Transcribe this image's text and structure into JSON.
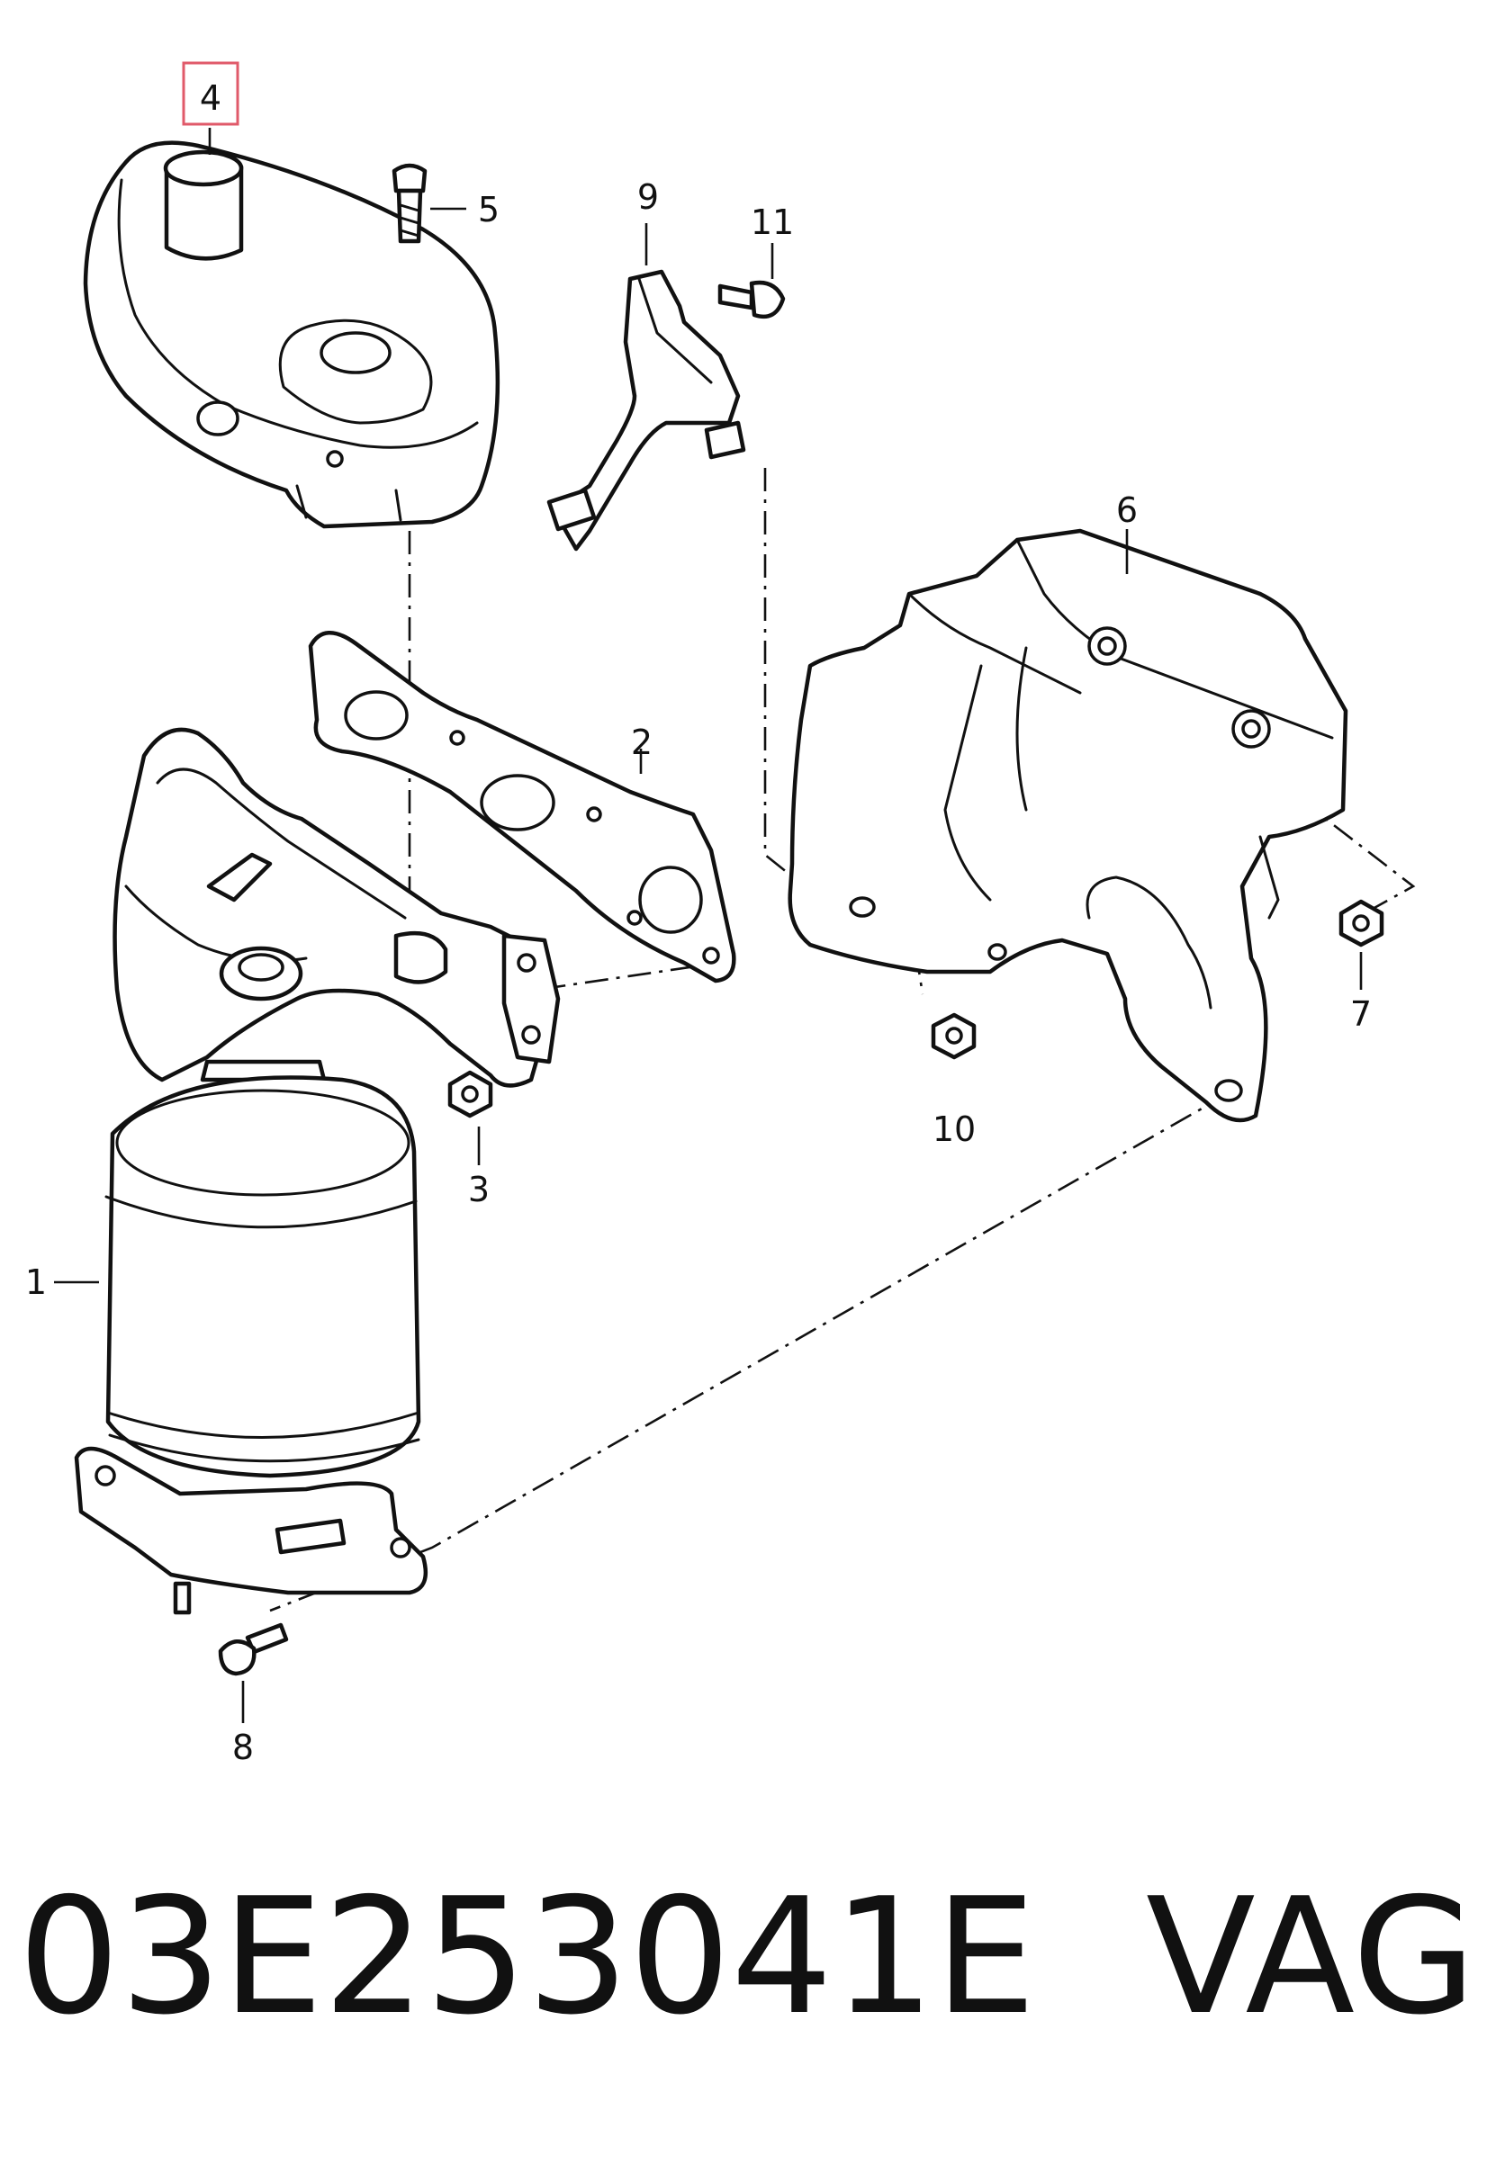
{
  "diagram": {
    "callouts": {
      "c1": "1",
      "c2": "2",
      "c3": "3",
      "c4": "4",
      "c5": "5",
      "c6": "6",
      "c7": "7",
      "c8": "8",
      "c9": "9",
      "c10": "10",
      "c11": "11"
    },
    "highlighted_callout": "4",
    "highlight_color": "#e05a6a"
  },
  "caption": {
    "part_number": "03E253041E",
    "brand": "VAG"
  }
}
